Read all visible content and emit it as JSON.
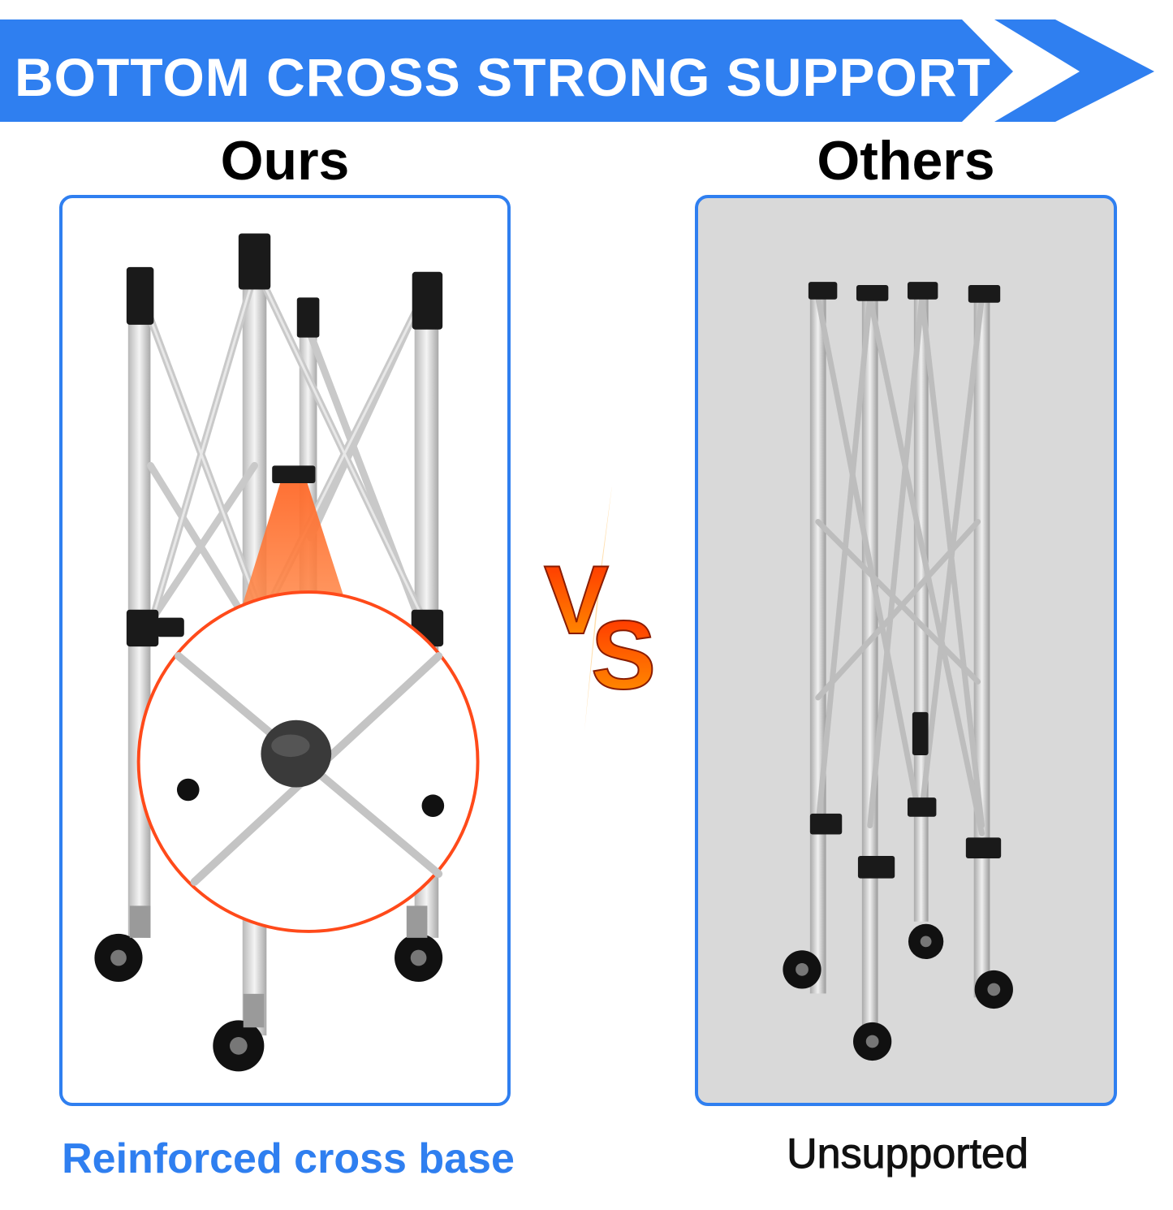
{
  "banner": {
    "title": "BOTTOM CROSS STRONG SUPPORT",
    "color": "#2f7ff0"
  },
  "ours": {
    "title": "Ours",
    "caption": "Reinforced cross base",
    "caption_color": "#2f7ff0",
    "highlight_color": "#ff5a1f"
  },
  "others": {
    "title": "Others",
    "caption": "Unsupported"
  },
  "vs": {
    "label": "VS",
    "color_top": "#ff2a00",
    "color_bottom": "#ff8a00"
  }
}
